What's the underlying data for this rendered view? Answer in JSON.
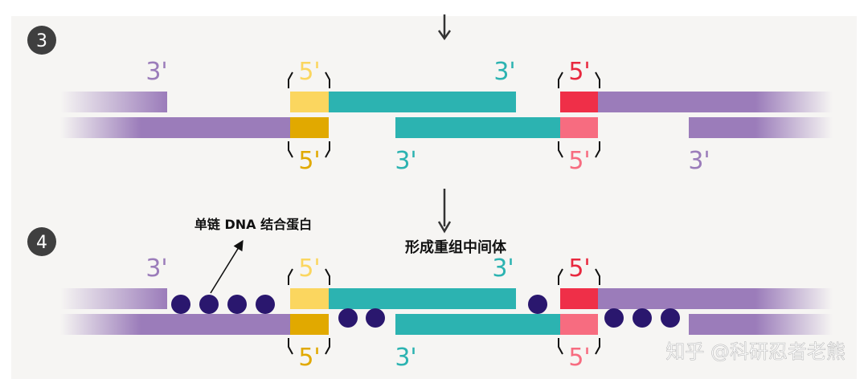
{
  "steps": {
    "three": "3",
    "four": "4"
  },
  "colors": {
    "purple": "#9b7cba",
    "teal": "#2cb3b1",
    "yellow_light": "#fbd65f",
    "yellow_dark": "#e1a900",
    "red": "#ef2f48",
    "red_light": "#f76c80",
    "protein": "#2a176e",
    "label_purple": "#9b7cba",
    "label_yellow": "#e1a900",
    "label_teal": "#2cb3b1",
    "label_red": "#e8283e"
  },
  "labels": {
    "three_prime": "3'",
    "five_prime": "5'",
    "ssb_annotation": "单链 DNA 结合蛋白",
    "intermediate_caption": "形成重组中间体",
    "watermark": "知乎 @科研忍者老熊"
  }
}
